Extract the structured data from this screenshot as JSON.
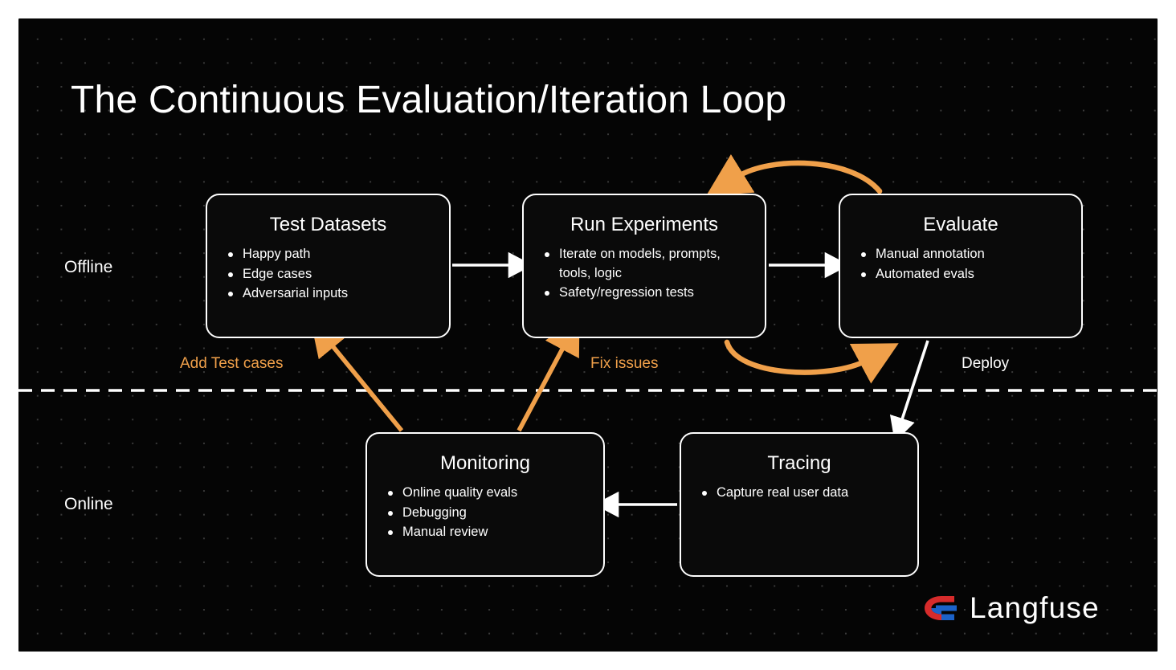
{
  "page": {
    "title": "The Continuous Evaluation/Iteration Loop",
    "background_color": "#050505",
    "border_color": "#ffffff",
    "accent_color": "#f0a04a",
    "text_color": "#ffffff"
  },
  "lanes": [
    {
      "id": "offline",
      "label": "Offline"
    },
    {
      "id": "online",
      "label": "Online"
    }
  ],
  "divider": {
    "style": "dashed",
    "color": "#ffffff"
  },
  "nodes": [
    {
      "id": "test-datasets",
      "title": "Test Datasets",
      "lane": "offline",
      "items": [
        "Happy path",
        "Edge cases",
        "Adversarial inputs"
      ]
    },
    {
      "id": "run-experiments",
      "title": "Run Experiments",
      "lane": "offline",
      "items": [
        "Iterate on models, prompts, tools, logic",
        "Safety/regression tests"
      ]
    },
    {
      "id": "evaluate",
      "title": "Evaluate",
      "lane": "offline",
      "items": [
        "Manual annotation",
        "Automated evals"
      ]
    },
    {
      "id": "monitoring",
      "title": "Monitoring",
      "lane": "online",
      "items": [
        "Online quality evals",
        "Debugging",
        "Manual review"
      ]
    },
    {
      "id": "tracing",
      "title": "Tracing",
      "lane": "online",
      "items": [
        "Capture real user data"
      ]
    }
  ],
  "edges": [
    {
      "id": "test-datasets-to-run-experiments",
      "from": "test-datasets",
      "to": "run-experiments",
      "label": "",
      "color": "#ffffff",
      "style": "straight"
    },
    {
      "id": "run-experiments-to-evaluate",
      "from": "run-experiments",
      "to": "evaluate",
      "label": "",
      "color": "#ffffff",
      "style": "straight"
    },
    {
      "id": "evaluate-to-run-experiments-loop",
      "from": "evaluate",
      "to": "run-experiments",
      "label": "",
      "color": "#f0a04a",
      "style": "curved"
    },
    {
      "id": "run-experiments-to-evaluate-loop",
      "from": "run-experiments",
      "to": "evaluate",
      "label": "",
      "color": "#f0a04a",
      "style": "curved"
    },
    {
      "id": "evaluate-to-tracing",
      "from": "evaluate",
      "to": "tracing",
      "label": "Deploy",
      "color": "#ffffff",
      "style": "straight"
    },
    {
      "id": "tracing-to-monitoring",
      "from": "tracing",
      "to": "monitoring",
      "label": "",
      "color": "#ffffff",
      "style": "straight"
    },
    {
      "id": "monitoring-to-test-datasets",
      "from": "monitoring",
      "to": "test-datasets",
      "label": "Add Test cases",
      "color": "#f0a04a",
      "style": "straight"
    },
    {
      "id": "monitoring-to-run-experiments",
      "from": "monitoring",
      "to": "run-experiments",
      "label": "Fix issues",
      "color": "#f0a04a",
      "style": "straight"
    }
  ],
  "edge_labels": {
    "add_test_cases": "Add Test cases",
    "fix_issues": "Fix issues",
    "deploy": "Deploy"
  },
  "logo": {
    "text": "Langfuse",
    "mark_colors": {
      "red": "#d62b2b",
      "blue": "#1c62c9"
    }
  }
}
